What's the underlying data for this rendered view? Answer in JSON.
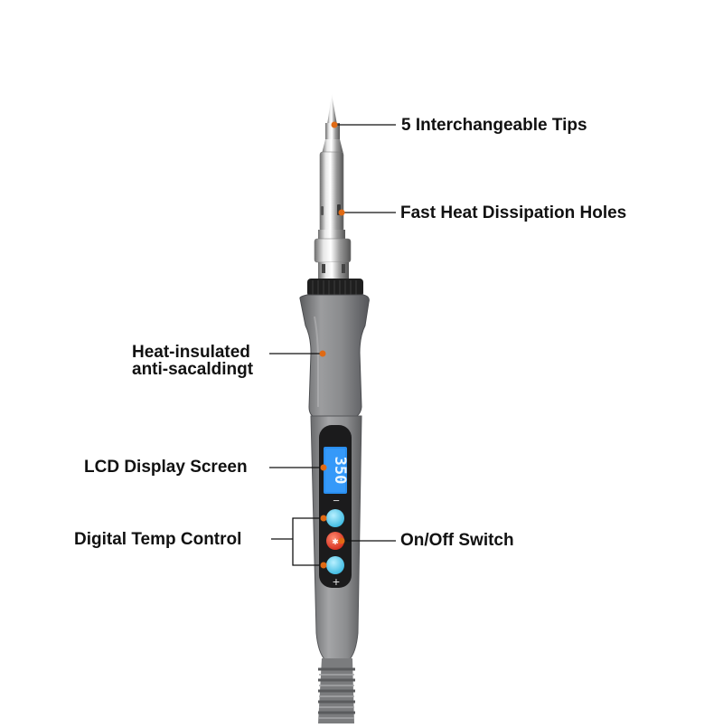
{
  "product": "soldering-iron",
  "colors": {
    "accent_dot": "#e06a14",
    "leader_line": "#111111",
    "body_gray": "#8a8b8d",
    "lcd_blue": "#2a8ff0",
    "button_cyan": "#5fd0f0",
    "button_red": "#e53a2a"
  },
  "callouts": {
    "tips": "5 Interchangeable Tips",
    "holes": "Fast Heat Dissipation Holes",
    "grip_line1": "Heat-insulated",
    "grip_line2": "anti-sacaldingt",
    "lcd": "LCD Display Screen",
    "temp": "Digital Temp Control",
    "power": "On/Off Switch"
  },
  "lcd_reading": "350",
  "button_symbols": {
    "minus": "−",
    "plus": "+"
  }
}
